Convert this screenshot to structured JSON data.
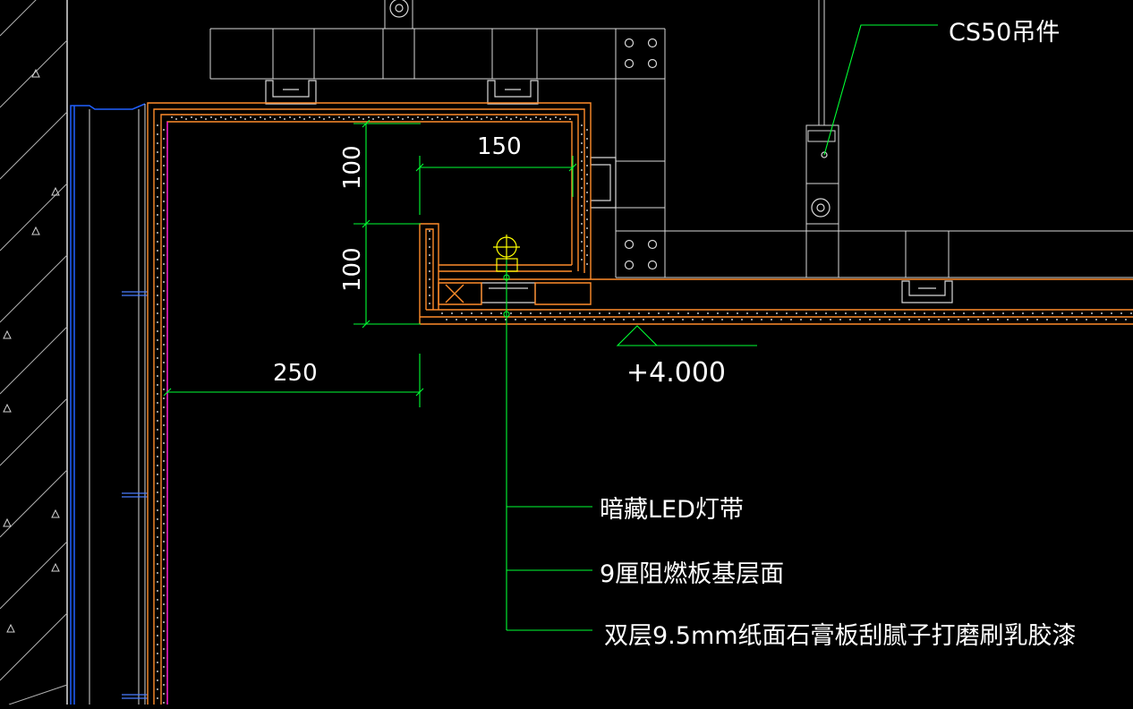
{
  "annotations": {
    "hanger": "CS50吊件",
    "led": "暗藏LED灯带",
    "base_board": "9厘阻燃板基层面",
    "gypsum": "双层9.5mm纸面石膏板刮腻子打磨刷乳胶漆"
  },
  "dimensions": {
    "d150": "150",
    "d100_upper": "100",
    "d100_lower": "100",
    "d250": "250"
  },
  "elevation": "+4.000",
  "colors": {
    "background": "#000000",
    "outline": "#ff8c2a",
    "dimension": "#00ff33",
    "leader": "#00ff33",
    "structure": "#ffffff",
    "wall_trim": "#2060ff",
    "magenta_line": "#ff00ff",
    "led_fixture": "#ffff00",
    "hatch": "#ffffff"
  }
}
